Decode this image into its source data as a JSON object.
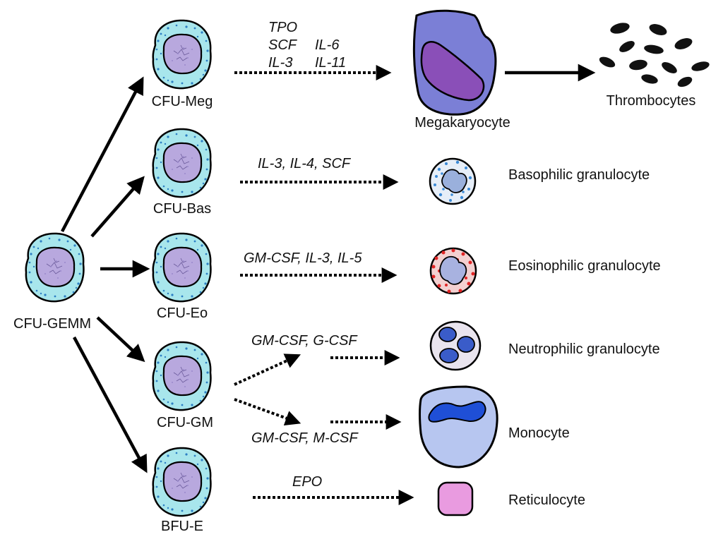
{
  "progenitors": {
    "gemm": "CFU-GEMM",
    "meg": "CFU-Meg",
    "bas": "CFU-Bas",
    "eo": "CFU-Eo",
    "gm": "CFU-GM",
    "bfue": "BFU-E"
  },
  "cytokines": {
    "meg_1": "TPO",
    "meg_2a": "SCF",
    "meg_2b": "IL-6",
    "meg_3a": "IL-3",
    "meg_3b": "IL-11",
    "bas": "IL-3, IL-4, SCF",
    "eo": "GM-CSF, IL-3, IL-5",
    "neu": "GM-CSF, G-CSF",
    "mono": "GM-CSF, M-CSF",
    "ery": "EPO"
  },
  "mature_cells": {
    "megakaryocyte": "Megakaryocyte",
    "thrombocytes": "Thrombocytes",
    "basophil": "Basophilic granulocyte",
    "eosinophil": "Eosinophilic granulocyte",
    "neutrophil": "Neutrophilic granulocyte",
    "monocyte": "Monocyte",
    "reticulocyte": "Reticulocyte"
  },
  "colors": {
    "progenitor_cytoplasm": "#a8e6ec",
    "progenitor_nucleus": "#b8a8de",
    "progenitor_dots": "#2d7fc4",
    "megakaryocyte_body": "#7b7fd6",
    "megakaryocyte_nucleus": "#8a4fb8",
    "basophil_granules": "#3b8ad6",
    "eosinophil_granules": "#e02424",
    "neutrophil_nucleus": "#3a5cc9",
    "monocyte_body": "#b7c6f0",
    "monocyte_nucleus": "#1f4fd6",
    "reticulocyte": "#e99be0",
    "platelet": "#111111"
  }
}
